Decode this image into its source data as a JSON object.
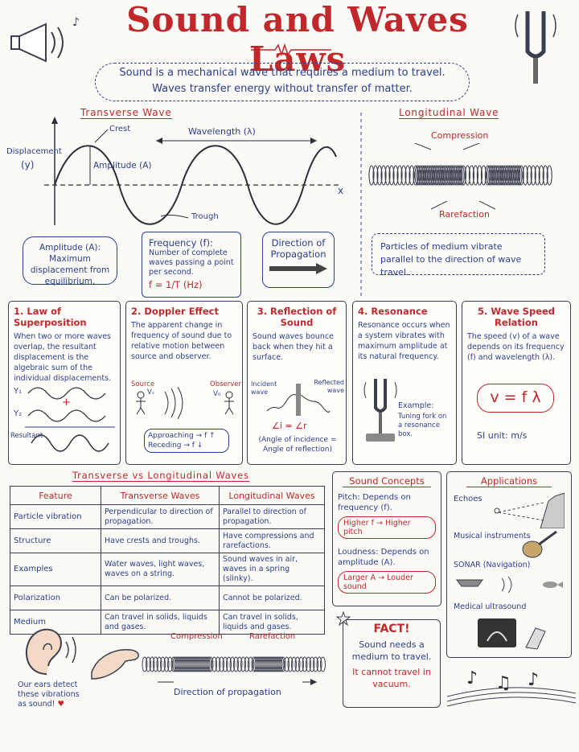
{
  "title": "Sound and Waves Laws",
  "intro": {
    "line1": "Sound is a mechanical wave that requires a medium to travel.",
    "line2": "Waves transfer energy without transfer of matter."
  },
  "transverse": {
    "heading": "Transverse Wave",
    "crest": "Crest",
    "wavelength": "Wavelength (λ)",
    "displacement": "Displacement",
    "displacement_symbol": "(y)",
    "amplitude": "Amplitude (A)",
    "trough": "Trough",
    "x_axis": "x",
    "amplitude_box": "Amplitude (A): Maximum displacement from equilibrium.",
    "frequency_title": "Frequency (f):",
    "frequency_text": "Number of complete waves passing a point per second.",
    "frequency_formula": "f = 1/T  (Hz)",
    "direction": "Direction of Propagation"
  },
  "longitudinal": {
    "heading": "Longitudinal Wave",
    "compression": "Compression",
    "rarefaction": "Rarefaction",
    "box": "Particles of medium vibrate parallel to the direction of wave travel."
  },
  "cards": [
    {
      "title": "1. Law of Superposition",
      "text": "When two or more waves overlap, the resultant displacement is the algebraic sum of the individual displacements.",
      "y1": "Y₁",
      "y2": "Y₂",
      "plus": "+",
      "resultant": "Resultant"
    },
    {
      "title": "2. Doppler Effect",
      "text": "The apparent change in frequency of sound due to relative motion between source and observer.",
      "source": "Source",
      "observer": "Observer",
      "vs": "Vₛ",
      "vo": "V₀",
      "approaching": "Approaching → f ↑",
      "receding": "Receding → f ↓"
    },
    {
      "title": "3. Reflection of Sound",
      "text": "Sound waves bounce back when they hit a surface.",
      "incident": "Incident wave",
      "reflected": "Reflected wave",
      "formula": "∠i = ∠r",
      "note": "(Angle of incidence = Angle of reflection)"
    },
    {
      "title": "4. Resonance",
      "text": "Resonance occurs when a system vibrates with maximum amplitude at its natural frequency.",
      "example_title": "Example:",
      "example": "Tuning fork on a resonance box."
    },
    {
      "title": "5. Wave Speed Relation",
      "text": "The speed (v) of a wave depends on its frequency (f) and wavelength (λ).",
      "formula": "v = f λ",
      "unit": "SI unit: m/s"
    }
  ],
  "comparison": {
    "heading": "Transverse vs Longitudinal Waves",
    "columns": [
      "Feature",
      "Transverse Waves",
      "Longitudinal Waves"
    ],
    "rows": [
      [
        "Particle vibration",
        "Perpendicular to direction of propagation.",
        "Parallel to direction of propagation."
      ],
      [
        "Structure",
        "Have crests and troughs.",
        "Have compressions and rarefactions."
      ],
      [
        "Examples",
        "Water waves, light waves, waves on a string.",
        "Sound waves in air, waves in a spring (slinky)."
      ],
      [
        "Polarization",
        "Can be polarized.",
        "Cannot be polarized."
      ],
      [
        "Medium",
        "Can travel in solids, liquids and gases.",
        "Can travel in solids, liquids and gases."
      ]
    ]
  },
  "sound_concepts": {
    "heading": "Sound Concepts",
    "pitch": "Pitch: Depends on frequency (f).",
    "pitch_pill": "Higher f → Higher pitch",
    "loudness": "Loudness: Depends on amplitude (A).",
    "loudness_pill": "Larger A → Louder sound"
  },
  "applications": {
    "heading": "Applications",
    "items": [
      "Echoes",
      "Musical instruments",
      "SONAR (Navigation)",
      "Medical ultrasound"
    ]
  },
  "ear": {
    "text": "Our ears detect these vibrations as sound!",
    "heart": "♥",
    "compression": "Compression",
    "rarefaction": "Rarefaction",
    "direction": "Direction of propagation"
  },
  "fact": {
    "title": "FACT!",
    "line1": "Sound needs a medium to travel.",
    "line2": "It cannot travel in vacuum."
  },
  "colors": {
    "accent_red": "#c0282b",
    "ink_blue": "#2a3f8f",
    "ink_dark": "#3a3f4e"
  }
}
